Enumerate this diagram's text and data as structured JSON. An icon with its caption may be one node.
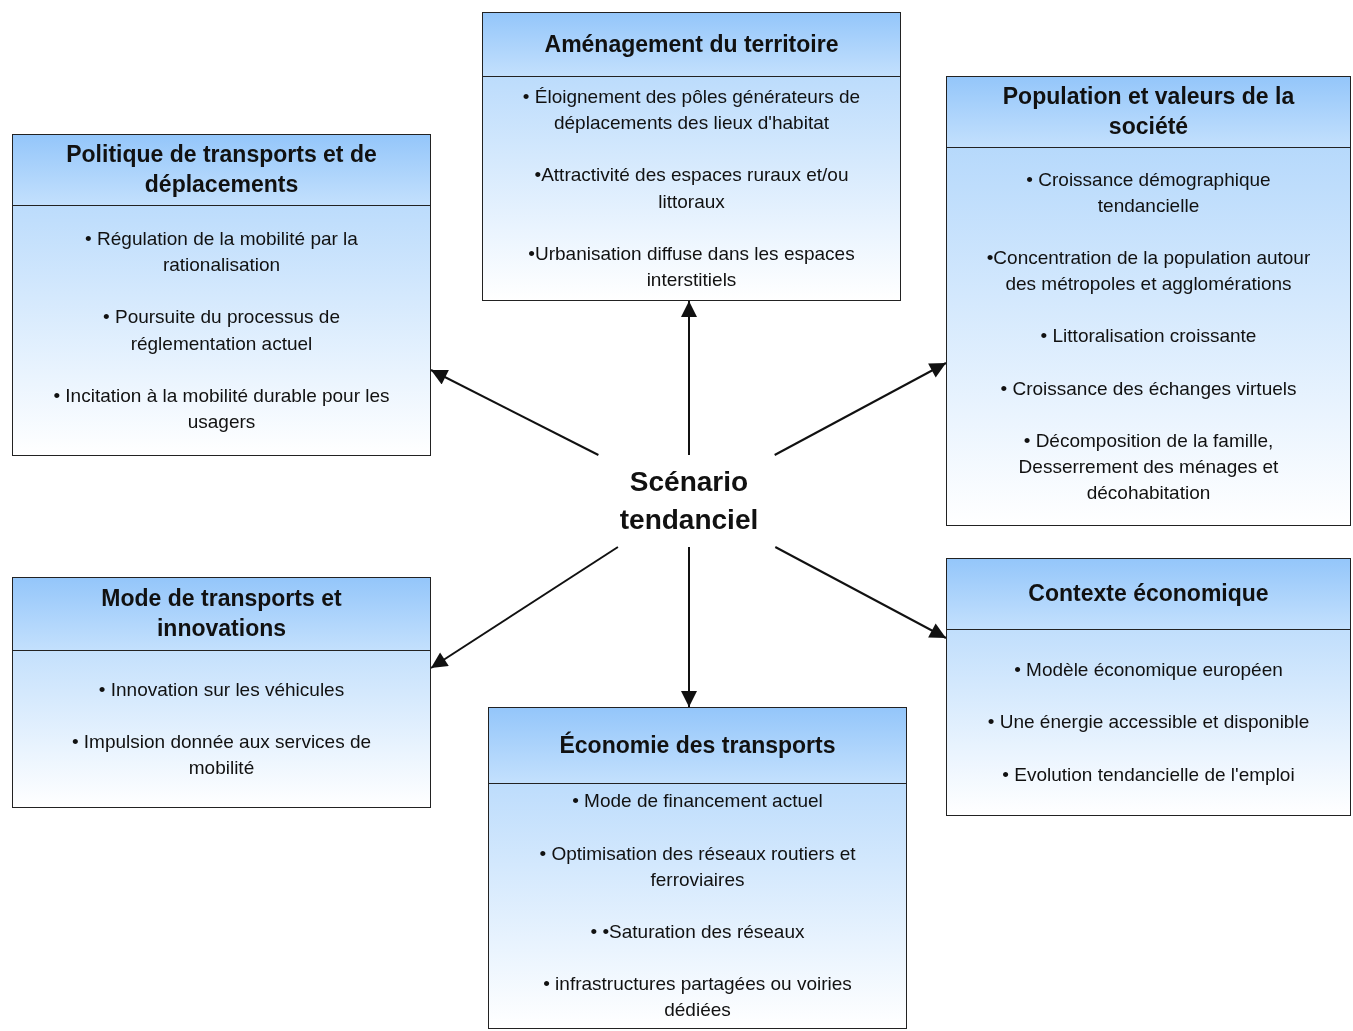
{
  "diagram": {
    "nodes": [
      {
        "text": [
          "Aménagement du territoire",
          "• Éloignement des pôles générateurs de déplacements des lieux d'habitat",
          "•Attractivité des espaces ruraux et/ou littoraux",
          "•Urbanisation diffuse dans les espaces interstitiels"
        ]
      },
      {
        "text": [
          "Politique de transports et de déplacements",
          "• Régulation de la mobilité par la rationalisation",
          "• Poursuite du processus de réglementation actuel",
          "• Incitation à la mobilité durable pour les usagers"
        ]
      },
      {
        "text": [
          "Population et valeurs de la société",
          "• Croissance démographique tendancielle",
          "•Concentration de la population autour des métropoles et agglomérations",
          "• Littoralisation croissante",
          "• Croissance des échanges virtuels",
          "• Décomposition de la famille, Desserrement des ménages et décohabitation"
        ]
      },
      {
        "text": [
          "Scénario tendanciel"
        ]
      },
      {
        "text": [
          "Mode de transports et innovations",
          "• Innovation sur les véhicules",
          "• Impulsion donnée aux services de mobilité"
        ]
      },
      {
        "text": [
          "Contexte économique",
          "• Modèle économique européen",
          "• Une énergie accessible et disponible",
          "• Evolution tendancielle de l'emploi"
        ]
      },
      {
        "text": [
          "Économie des transports",
          "• Mode de financement actuel",
          "• Optimisation des réseaux routiers et ferroviaires",
          "• •Saturation des réseaux",
          "• infrastructures partagées ou voiries dédiées"
        ]
      }
    ],
    "edges": [
      {
        "from": 3,
        "to": 0,
        "arrow": "to"
      },
      {
        "from": 3,
        "to": 1,
        "arrow": "to"
      },
      {
        "from": 3,
        "to": 2,
        "arrow": "to"
      },
      {
        "from": 3,
        "to": 4,
        "arrow": "to"
      },
      {
        "from": 3,
        "to": 5,
        "arrow": "to"
      },
      {
        "from": 3,
        "to": 6,
        "arrow": "to"
      }
    ]
  }
}
